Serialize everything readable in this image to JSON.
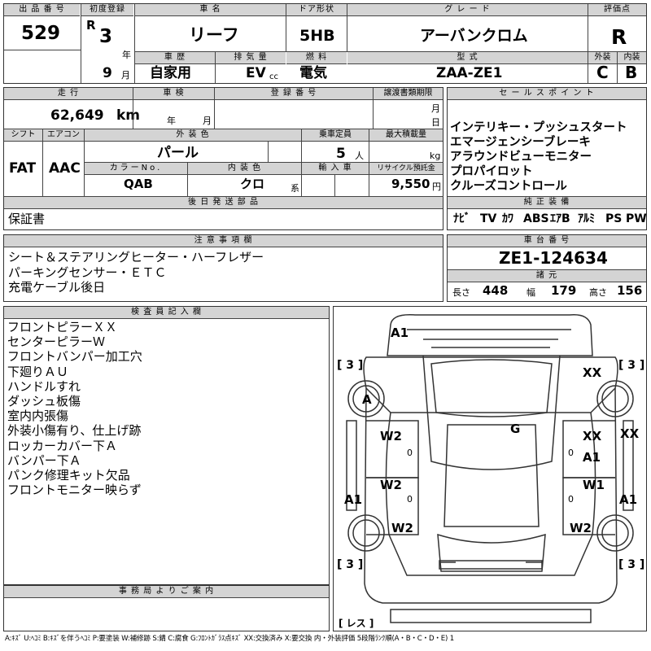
{
  "header": {
    "lot_label": "出 品 番 号",
    "lot": "529",
    "first_reg_label": "初度登録",
    "era": "R",
    "year": "3",
    "year_unit": "年",
    "month": "9",
    "month_unit": "月",
    "name_label": "車 名",
    "name": "リーフ",
    "door_label": "ドア形状",
    "door": "5HB",
    "grade_label": "グ レ ー ド",
    "grade": "アーバンクロム",
    "score_label": "評価点",
    "score": "R",
    "history_label": "車 歴",
    "history": "自家用",
    "displacement_label": "排 気 量",
    "displacement": "EV",
    "displacement_unit": "cc",
    "fuel_label": "燃 料",
    "fuel": "電気",
    "model_label": "型 式",
    "model": "ZAA-ZE1",
    "ext_label": "外装",
    "ext": "C",
    "int_label": "内装",
    "int": "B"
  },
  "row2": {
    "mileage_label": "走 行",
    "mileage": "62,649",
    "mileage_unit": "km",
    "inspection_label": "車 検",
    "inspection_year": "年",
    "inspection_month": "月",
    "regno_label": "登 録 番 号",
    "transfer_label": "譲渡書類期限",
    "transfer_month": "月",
    "transfer_day": "日",
    "shift_label": "シフト",
    "shift": "FAT",
    "ac_label": "エアコン",
    "ac": "AAC",
    "color_label": "外 装 色",
    "color": "パール",
    "capacity_label": "乗車定員",
    "capacity": "5",
    "capacity_unit": "人",
    "load_label": "最大積載量",
    "load_unit": "kg",
    "colorno_label": "カラーNo.",
    "colorno": "QAB",
    "interior_label": "内 装 色",
    "interior": "クロ",
    "interior_unit": "系",
    "import_label": "輸 入 車",
    "recycle_label": "リサイクル預託金",
    "recycle": "9,550",
    "recycle_unit": "円",
    "later_label": "後 日 発 送 部 品",
    "later": "保証書"
  },
  "sales": {
    "label": "セ ー ル ス ポ イ ン ト",
    "points": [
      "インテリキー・プッシュスタート",
      "エマージェンシーブレーキ",
      "アラウンドビューモニター",
      "プロパイロット",
      "クルーズコントロール"
    ],
    "equip_label": "純 正 装 備",
    "equipment": [
      "ﾅﾋﾞ",
      "TV",
      "ｶﾜ",
      "ABS",
      "ｴｱB",
      "ｱﾙﾐ",
      "PS",
      "PW"
    ]
  },
  "notes": {
    "label": "注 意 事 項 欄",
    "lines": [
      "シート＆ステアリングヒーター・ハーフレザー",
      "パーキングセンサー・ＥＴＣ",
      "充電ケーブル後日"
    ]
  },
  "chassis": {
    "label": "車 台 番 号",
    "value": "ZE1-124634",
    "dims_label": "諸 元",
    "length_label": "長さ",
    "length": "448",
    "width_label": "幅",
    "width": "179",
    "height_label": "高さ",
    "height": "156"
  },
  "inspector": {
    "label": "検 査 員 記 入 欄",
    "lines": [
      "フロントピラーＸＸ",
      "センターピラーＷ",
      "フロントバンパー加工穴",
      "下廻りＡＵ",
      "ハンドルすれ",
      "ダッシュ板傷",
      "室内内張傷",
      "外装小傷有り、仕上げ跡",
      "ロッカーカバー下Ａ",
      "バンパー下Ａ",
      "パンク修理キット欠品",
      "フロントモニター映らず"
    ]
  },
  "office": {
    "label": "事 務 局 よ り ご 案 内"
  },
  "diagram": {
    "marks": [
      "A1",
      "XX",
      "A",
      "G",
      "W2",
      "XX",
      "XX",
      "A1",
      "W2",
      "W1",
      "A1",
      "A1",
      "W2",
      "W2"
    ],
    "tires": [
      "[ 3 ]",
      "[ 3 ]",
      "[ 3 ]",
      "[ 3 ]"
    ],
    "spare": "[ レス ]",
    "zeros": [
      "0",
      "0",
      "0",
      "0"
    ]
  },
  "legend": "A:ｷｽﾞ U:ﾍｺﾐ B:ｷｽﾞを伴うﾍｺﾐ P:要塗装 W:補修跡 S:錆 C:腐食 G:ﾌﾛﾝﾄｶﾞﾗｽ点ｷｽﾞ XX:交換済み X:要交換 内・外装評価 5段階ﾗﾝｸ順(A・B・C・D・E) 1"
}
